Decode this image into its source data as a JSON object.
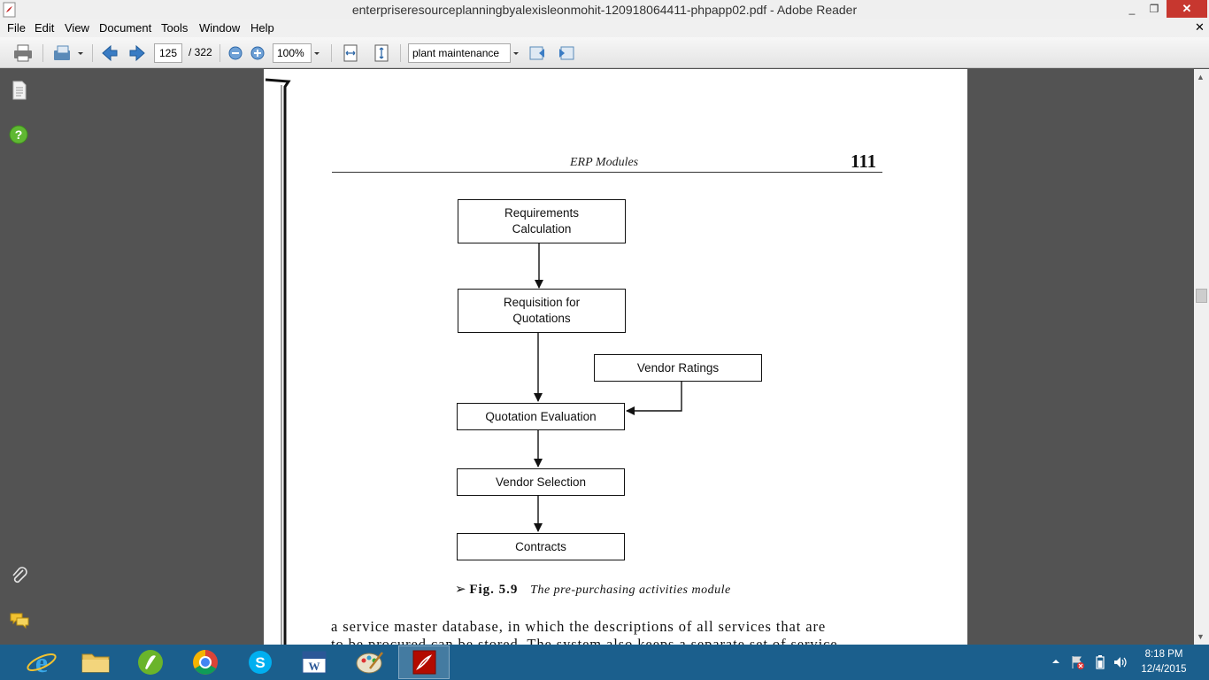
{
  "window": {
    "title": "enterpriseresourceplanningbyalexisleonmohit-120918064411-phpapp02.pdf - Adobe Reader",
    "minimize": "_",
    "maximize": "❐",
    "close": "✕"
  },
  "menu": {
    "items": [
      "File",
      "Edit",
      "View",
      "Document",
      "Tools",
      "Window",
      "Help"
    ],
    "doc_close": "✕"
  },
  "toolbar": {
    "current_page": "125",
    "page_total": "/ 322",
    "zoom": "100%",
    "search_value": "plant maintenance"
  },
  "page": {
    "running_head": "ERP Modules",
    "page_number": "111",
    "flowchart": {
      "boxes": [
        "Requirements\nCalculation",
        "Requisition for\nQuotations",
        "Vendor Ratings",
        "Quotation Evaluation",
        "Vendor Selection",
        "Contracts"
      ]
    },
    "caption": {
      "marker": "➢",
      "figure": "Fig. 5.9",
      "text": "The pre-purchasing activities module"
    },
    "body_lines": [
      "a service master database, in which the descriptions of all services that are",
      "to be procured can be stored. The system also keeps a separate set of service"
    ]
  },
  "taskbar": {
    "time": "8:18 PM",
    "date": "12/4/2015",
    "apps": [
      "internet-explorer",
      "file-explorer",
      "evernote",
      "chrome",
      "skype",
      "word",
      "paint",
      "adobe-reader"
    ]
  },
  "colors": {
    "taskbar": "#1b5f8d",
    "close_button": "#c7372f",
    "doc_background": "#535353"
  }
}
